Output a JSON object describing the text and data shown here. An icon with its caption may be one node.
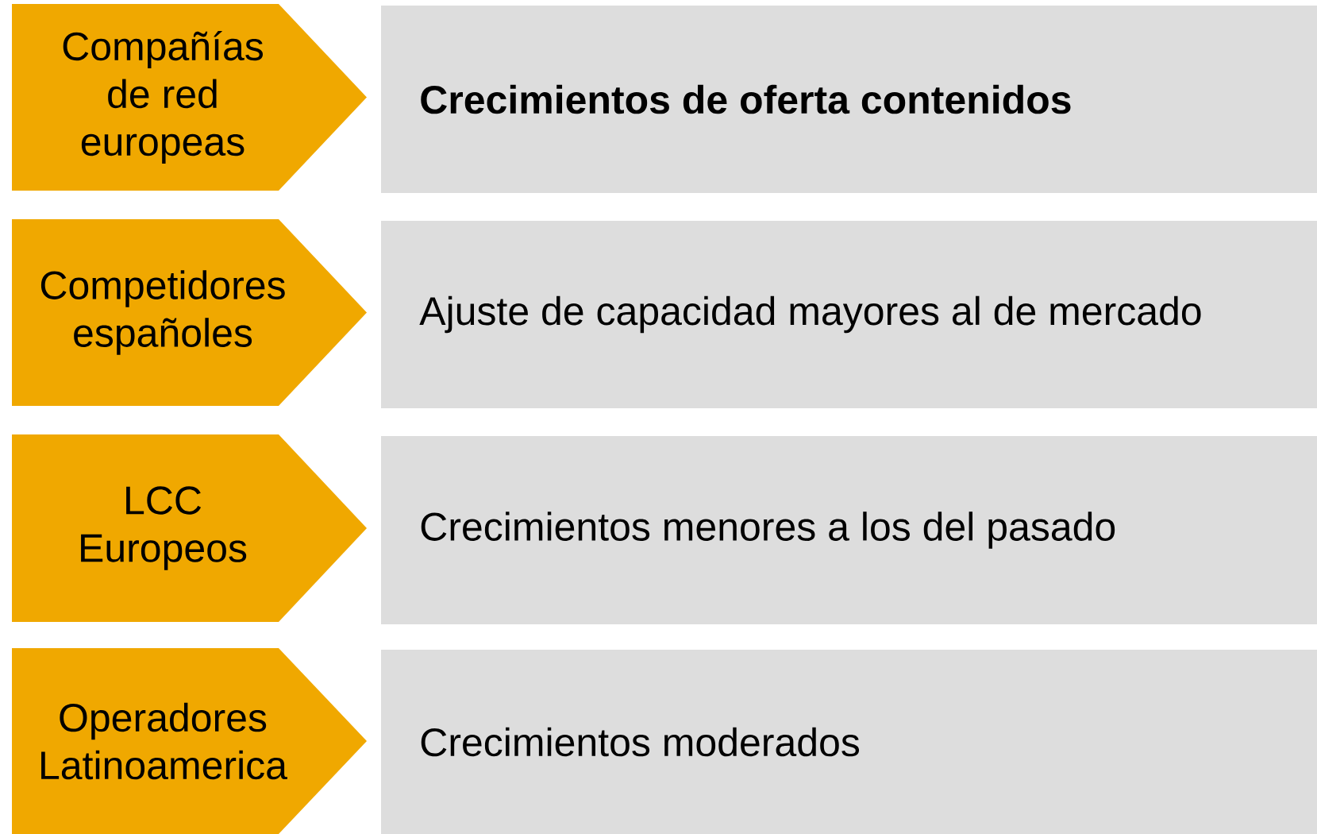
{
  "diagram": {
    "nodes": [
      {
        "text": [
          "Compañías de red europeas"
        ]
      },
      {
        "text": [
          "Crecimientos de oferta contenidos"
        ]
      },
      {
        "text": [
          "Competidores españoles"
        ]
      },
      {
        "text": [
          "Ajuste de capacidad mayores al de mercado"
        ]
      },
      {
        "text": [
          "LCC Europeos"
        ]
      },
      {
        "text": [
          "Crecimientos menores a los del pasado"
        ]
      },
      {
        "text": [
          "Operadores Latinoamerica"
        ]
      },
      {
        "text": [
          "Crecimientos moderados"
        ]
      }
    ]
  }
}
